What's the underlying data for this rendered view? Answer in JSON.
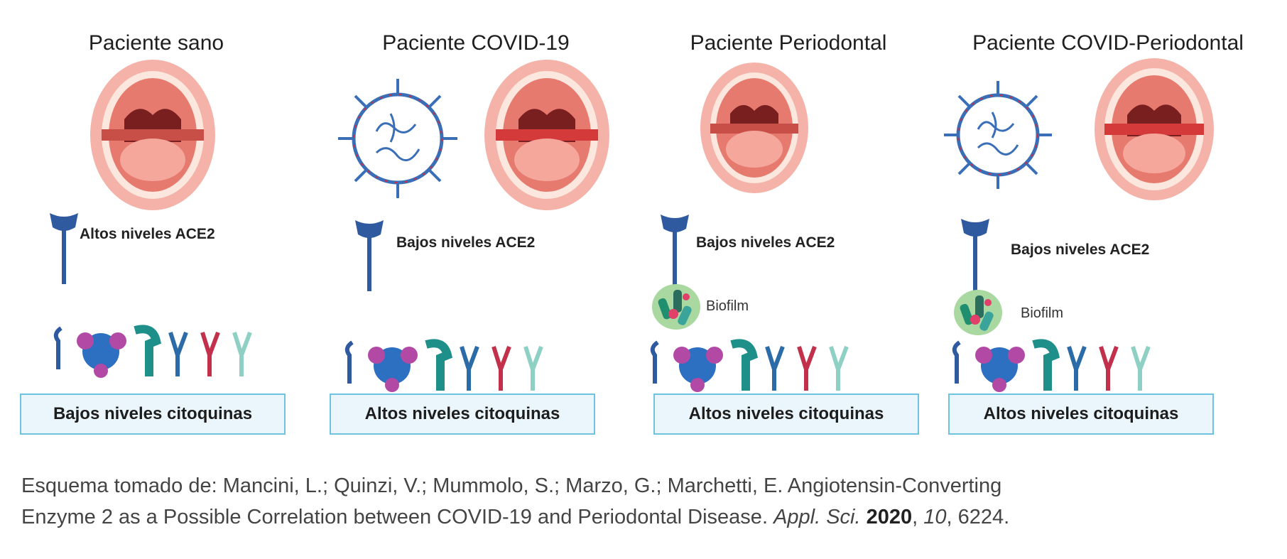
{
  "panels": [
    {
      "title": "Paciente sano",
      "ace2": "Altos niveles ACE2",
      "biofilm": "",
      "cytokines": "Bajos niveles citoquinas"
    },
    {
      "title": "Paciente COVID-19",
      "ace2": "Bajos niveles ACE2",
      "biofilm": "",
      "cytokines": "Altos niveles citoquinas"
    },
    {
      "title": "Paciente Periodontal",
      "ace2": "Bajos niveles ACE2",
      "biofilm": "Biofilm",
      "cytokines": "Altos niveles citoquinas"
    },
    {
      "title": "Paciente COVID-Periodontal",
      "ace2": "Bajos niveles ACE2",
      "biofilm": "Biofilm",
      "cytokines": "Altos niveles citoquinas"
    }
  ],
  "citation": {
    "line1": "Esquema tomado de: Mancini, L.; Quinzi, V.; Mummolo, S.; Marzo, G.; Marchetti, E. Angiotensin-Converting",
    "line2_text": "Enzyme 2 as a Possible Correlation between COVID-19 and Periodontal Disease.",
    "journal": "Appl. Sci.",
    "year": "2020",
    "volume": "10",
    "article": "6224."
  },
  "colors": {
    "receptor": "#2f5aa0",
    "box_border": "#6fc3e0",
    "box_fill": "#eaf6fb",
    "mouth_lips": "#f2a59a",
    "virus": "#3a6fb8"
  }
}
